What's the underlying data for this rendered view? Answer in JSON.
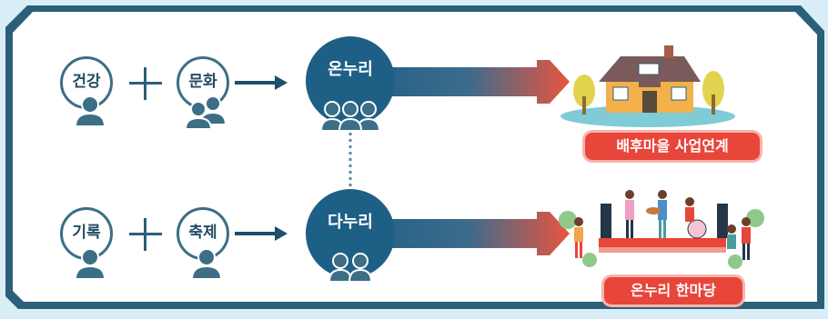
{
  "row1": {
    "node_a": "건강",
    "node_b": "문화",
    "hub": "온누리",
    "result": "배후마을 사업연계"
  },
  "row2": {
    "node_a": "기록",
    "node_b": "축제",
    "hub": "다누리",
    "result": "온누리 한마당"
  },
  "colors": {
    "background": "#d9edf7",
    "panel": "#ffffff",
    "frame_dark": "#2c5f7a",
    "hub_circle": "#1e5f86",
    "small_circle_border": "#3c6e85",
    "person_icon": "#3c6e85",
    "tag_red": "#e8453b",
    "arrow_start": "#1e5f86",
    "arrow_end": "#e8553f"
  }
}
